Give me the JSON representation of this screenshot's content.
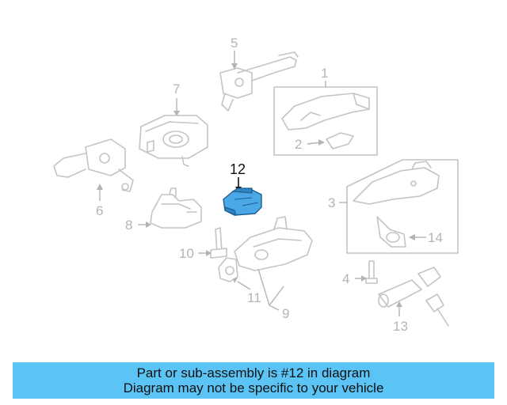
{
  "diagram": {
    "highlighted_part": "12",
    "highlight_color": "#4aa8e6",
    "callouts": {
      "p1": "1",
      "p2": "2",
      "p3": "3",
      "p4": "4",
      "p5": "5",
      "p6": "6",
      "p7": "7",
      "p8": "8",
      "p9": "9",
      "p10": "10",
      "p11": "11",
      "p12": "12",
      "p13": "13",
      "p14": "14"
    }
  },
  "banner": {
    "line1": "Part or sub-assembly is #12 in diagram",
    "line2": "Diagram may not be specific to your vehicle",
    "background": "#5bc4f5"
  }
}
